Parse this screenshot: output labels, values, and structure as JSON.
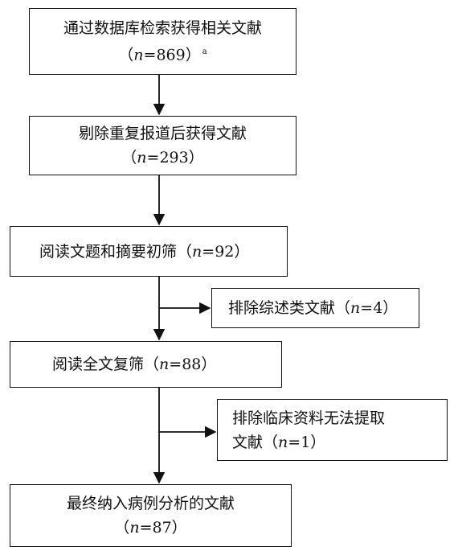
{
  "steps": [
    {
      "id": "s1",
      "lines": [
        "通过数据库检索获得相关文献"
      ],
      "count": "869",
      "note": "a"
    },
    {
      "id": "s2",
      "lines": [
        "剔除重复报道后获得文献"
      ],
      "count": "293"
    },
    {
      "id": "s3",
      "lines": [
        "阅读文题和摘要初筛"
      ],
      "count": "92",
      "inline": true
    },
    {
      "id": "s4",
      "lines": [
        "阅读全文复筛"
      ],
      "count": "88",
      "inline": true
    },
    {
      "id": "s5",
      "lines": [
        "最终纳入病例分析的文献"
      ],
      "count": "87"
    }
  ],
  "exclusions": [
    {
      "id": "e1",
      "lines": [
        "排除综述类文献"
      ],
      "count": "4",
      "inline": true
    },
    {
      "id": "e2",
      "lines": [
        "排除临床资料无法提取",
        "文献"
      ],
      "count": "1",
      "inline": true
    }
  ]
}
